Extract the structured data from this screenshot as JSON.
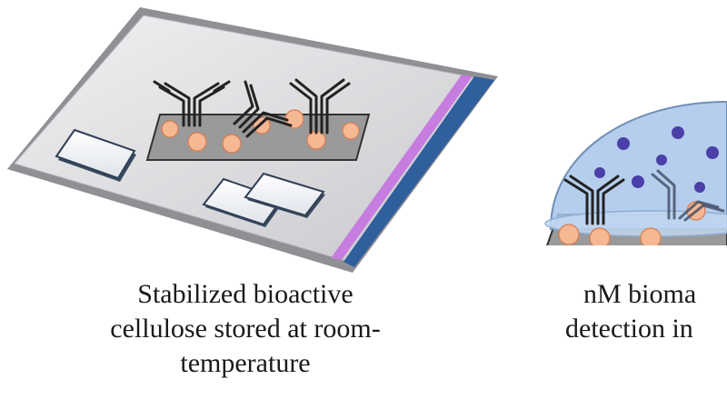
{
  "captions": {
    "left": {
      "lines": [
        "Stabilized bioactive",
        "cellulose stored at room-",
        "temperature"
      ]
    },
    "right": {
      "lines": [
        "nM bioma",
        "detection in"
      ]
    }
  },
  "colors": {
    "tray_fill": "#dcdcdf",
    "tray_rim": "#8e8e93",
    "strip_fill": "#9a9a9a",
    "bead_fill": "#f6b793",
    "bead_stroke": "#d77b4f",
    "antibody_stroke": "#222222",
    "pad_fill": "#ffffff",
    "pad_stroke": "#2f3f55",
    "edge_purple": "#c77ddf",
    "edge_blue": "#2f5f9c",
    "droplet_fill": "#a9c6ea",
    "droplet_stroke": "#6f8fb8",
    "analyte_fill": "#4b3fa8"
  }
}
